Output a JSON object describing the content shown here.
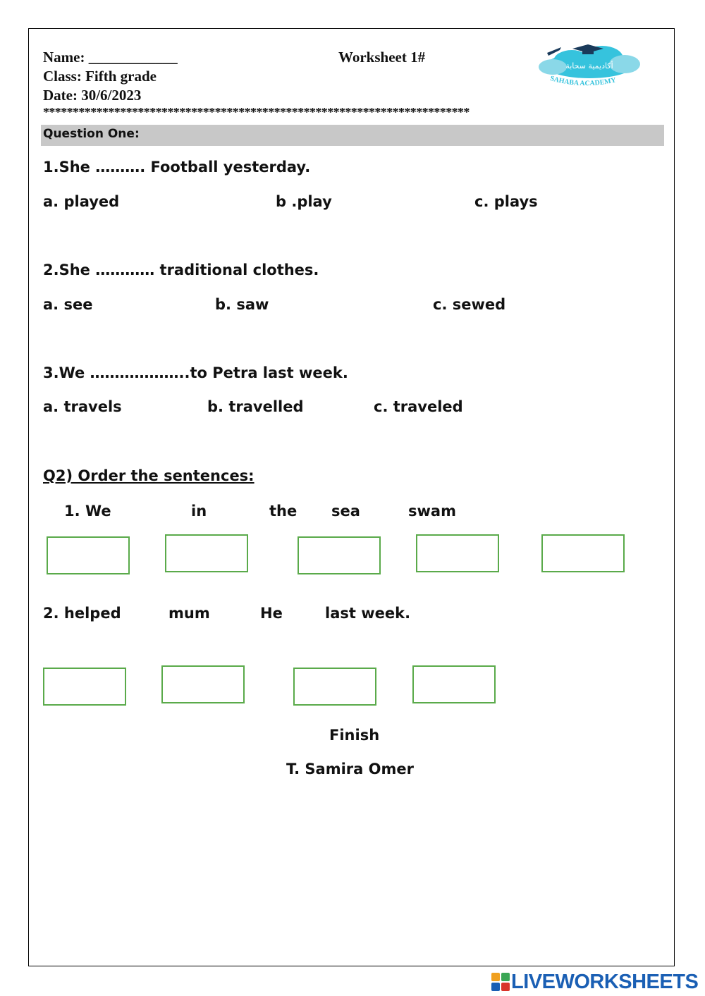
{
  "header": {
    "name_line": "Name: ____________",
    "class_line": "Class: Fifth grade",
    "date_line": "Date: 30/6/2023",
    "title": "Worksheet 1#",
    "stars": "************************************************************************",
    "logo_arabic": "أكاديمية سحابة",
    "logo_english": "SAHABA ACADEMY"
  },
  "question_one": {
    "title": "Question One:",
    "items": [
      {
        "question": "1.She ………. Football yesterday.",
        "options": [
          "a. played",
          "b .play",
          "c. plays"
        ]
      },
      {
        "question": "2.She ………… traditional clothes.",
        "options": [
          "a. see",
          "b. saw",
          "c. sewed"
        ]
      },
      {
        "question": "3.We ………………..to Petra last week.",
        "options": [
          "a. travels",
          "b. travelled",
          "c. traveled"
        ]
      }
    ]
  },
  "question_two": {
    "title": "Q2) Order the sentences:",
    "sentence_1": {
      "number": "1.",
      "words": [
        "We",
        "in",
        "the",
        "sea",
        "swam"
      ]
    },
    "sentence_2": {
      "words": [
        "2. helped",
        "mum",
        "He",
        "last week."
      ]
    }
  },
  "footer": {
    "finish": "Finish",
    "teacher": "T. Samira Omer"
  },
  "branding": {
    "liveworksheets": "LIVEWORKSHEETS"
  },
  "colors": {
    "answer_box_border": "#5aaa4a",
    "question_bar": "#c8c8c8",
    "logo_cloud": "#36c3dd",
    "brand_blue": "#1a5fb4"
  }
}
